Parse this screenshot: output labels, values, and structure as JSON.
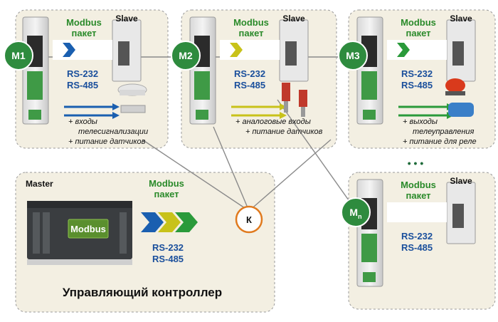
{
  "modules": [
    {
      "id": "m1",
      "badge": "М1",
      "badge_sub": "",
      "protocol_line1": "Modbus",
      "protocol_line2": "пакет",
      "slave": "Slave",
      "iface1": "RS-232",
      "iface2": "RS-485",
      "note1": "+ входы",
      "note2": "телесигнализации",
      "note3": "+ питание датчиков",
      "arrow_color": "#1a5fb0"
    },
    {
      "id": "m2",
      "badge": "М2",
      "badge_sub": "",
      "protocol_line1": "Modbus",
      "protocol_line2": "пакет",
      "slave": "Slave",
      "iface1": "RS-232",
      "iface2": "RS-485",
      "note1": "+ аналоговые входы",
      "note2": "+ питание датчиков",
      "note3": "",
      "arrow_color": "#c8c21a"
    },
    {
      "id": "m3",
      "badge": "М3",
      "badge_sub": "",
      "protocol_line1": "Modbus",
      "protocol_line2": "пакет",
      "slave": "Slave",
      "iface1": "RS-232",
      "iface2": "RS-485",
      "note1": "+ выходы",
      "note2": "телеуправления",
      "note3": "+ питание для реле",
      "arrow_color": "#2a9a3a"
    },
    {
      "id": "mn",
      "badge": "М",
      "badge_sub": "n",
      "protocol_line1": "Modbus",
      "protocol_line2": "пакет",
      "slave": "Slave",
      "iface1": "RS-232",
      "iface2": "RS-485",
      "note1": "",
      "note2": "",
      "note3": "",
      "arrow_color": ""
    }
  ],
  "master": {
    "label": "Master",
    "protocol_line1": "Modbus",
    "protocol_line2": "пакет",
    "iface1": "RS-232",
    "iface2": "RS-485",
    "device_name": "Modbus",
    "caption": "Управляющий контроллер"
  },
  "hub": {
    "label": "К"
  },
  "ellipsis": "• • •",
  "colors": {
    "panel_bg": "#f3efe2",
    "panel_border": "#9a9a9a",
    "badge": "#2e8b3e",
    "green_text": "#2a8a2a",
    "blue_text": "#1a4f9c",
    "wire": "#8a8a8a",
    "hub_ring": "#e07a1e"
  }
}
